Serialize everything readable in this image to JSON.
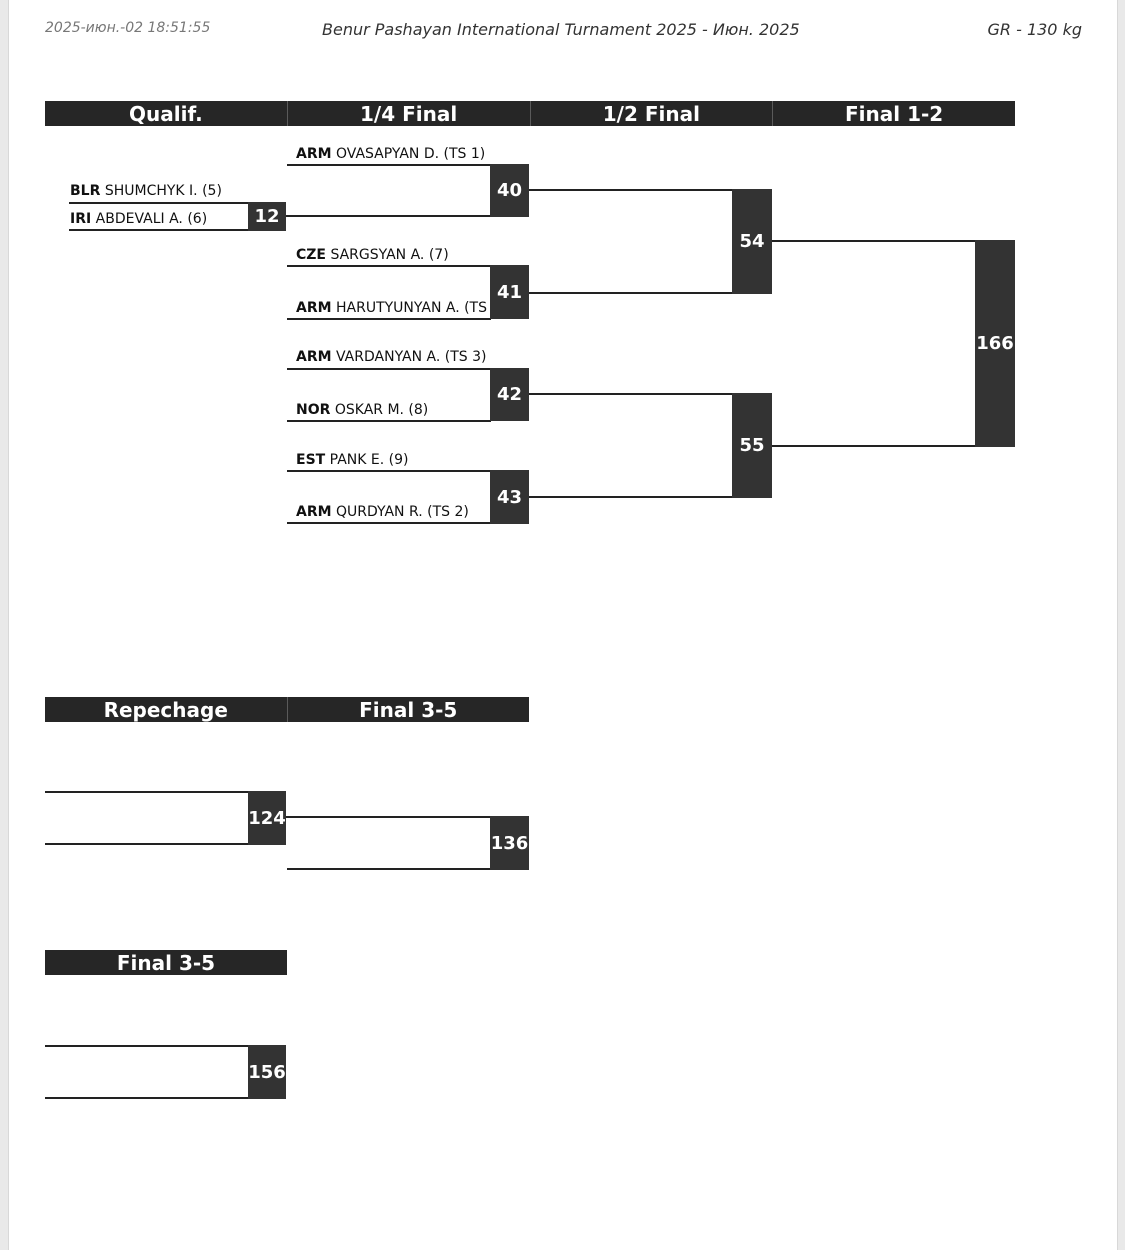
{
  "header": {
    "timestamp": "2025-июн.-02 18:51:55",
    "title": "Benur Pashayan International Turnament 2025 - Июн. 2025",
    "category": "GR - 130 kg"
  },
  "main_bracket": {
    "rounds": [
      "Qualif.",
      "1/4 Final",
      "1/2 Final",
      "Final 1-2"
    ],
    "qualif": [
      {
        "country": "BLR",
        "name": "SHUMCHYK I. (5)"
      },
      {
        "country": "IRI",
        "name": "ABDEVALI A. (6)"
      }
    ],
    "quarter": [
      {
        "country": "ARM",
        "name": "OVASAPYAN D. (TS 1)"
      },
      {
        "country": "CZE",
        "name": "SARGSYAN A. (7)"
      },
      {
        "country": "ARM",
        "name": "HARUTYUNYAN A. (TS"
      },
      {
        "country": "ARM",
        "name": "VARDANYAN A. (TS 3)"
      },
      {
        "country": "NOR",
        "name": "OSKAR M. (8)"
      },
      {
        "country": "EST",
        "name": "PANK E. (9)"
      },
      {
        "country": "ARM",
        "name": "QURDYAN R. (TS 2)"
      }
    ],
    "bouts": {
      "qualif": "12",
      "q1": "40",
      "q2": "41",
      "q3": "42",
      "q4": "43",
      "s1": "54",
      "s2": "55",
      "final": "166"
    }
  },
  "repechage": {
    "rounds": [
      "Repechage",
      "Final 3-5"
    ],
    "bouts": {
      "rep": "124",
      "final": "136"
    }
  },
  "repechage2": {
    "rounds": [
      "Final 3-5"
    ],
    "bouts": {
      "final": "156"
    }
  }
}
